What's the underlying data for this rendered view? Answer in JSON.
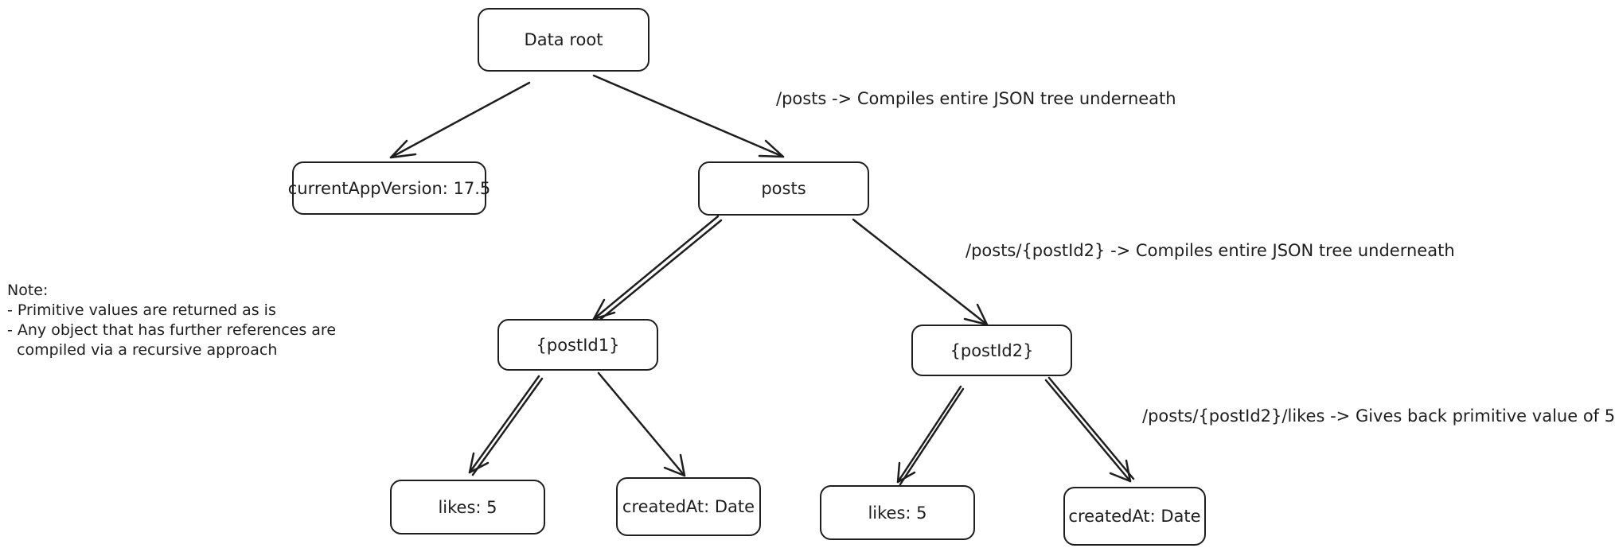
{
  "nodes": {
    "root": "Data root",
    "current_app_version": "currentAppVersion: 17.5",
    "posts": "posts",
    "post_id1": "{postId1}",
    "post_id2": "{postId2}",
    "likes_1": "likes: 5",
    "created_at_1": "createdAt: Date",
    "likes_2": "likes: 5",
    "created_at_2": "createdAt: Date"
  },
  "annotations": {
    "posts_path": "/posts -> Compiles entire JSON tree underneath",
    "post_id2_path": "/posts/{postId2} -> Compiles entire JSON tree underneath",
    "likes_path": "/posts/{postId2}/likes -> Gives back primitive value of 5"
  },
  "note": {
    "title": "Note:",
    "line1": "- Primitive values are returned as is",
    "line2": "- Any object that has further references are",
    "line3": "  compiled via a recursive approach"
  }
}
